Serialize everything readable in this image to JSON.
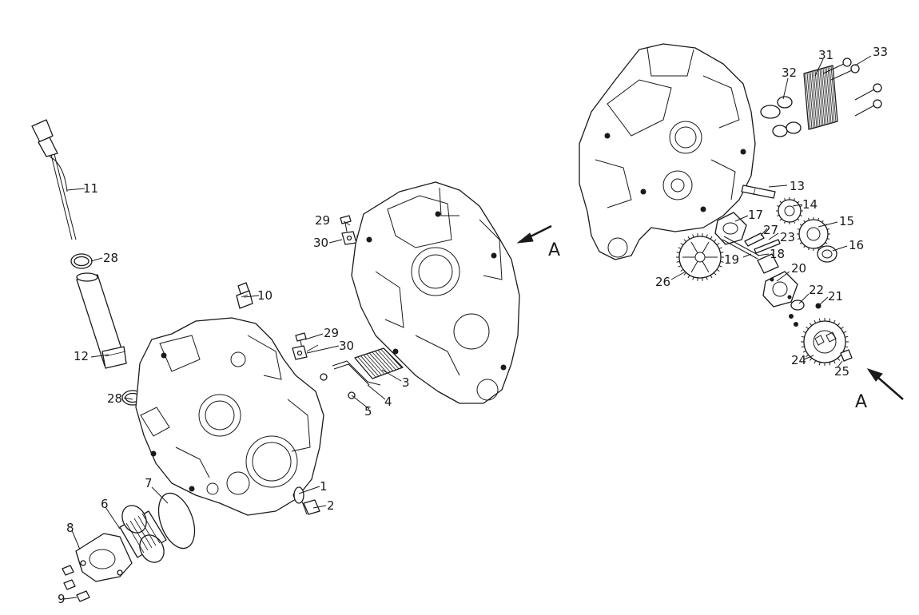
{
  "callouts": {
    "c1": "1",
    "c2": "2",
    "c3": "3",
    "c4": "4",
    "c5": "5",
    "c6": "6",
    "c7": "7",
    "c8": "8",
    "c9": "9",
    "c10": "10",
    "c11": "11",
    "c12": "12",
    "c13": "13",
    "c14": "14",
    "c15": "15",
    "c16": "16",
    "c17": "17",
    "c18": "18",
    "c19": "19",
    "c20": "20",
    "c21": "21",
    "c22": "22",
    "c23": "23",
    "c24": "24",
    "c25": "25",
    "c26": "26",
    "c27": "27",
    "c28a": "28",
    "c28b": "28",
    "c29a": "29",
    "c29b": "29",
    "c30a": "30",
    "c30b": "30",
    "c31": "31",
    "c32": "32",
    "c33": "33"
  },
  "view_markers": {
    "view_a_middle": "A",
    "view_a_right": "A"
  }
}
